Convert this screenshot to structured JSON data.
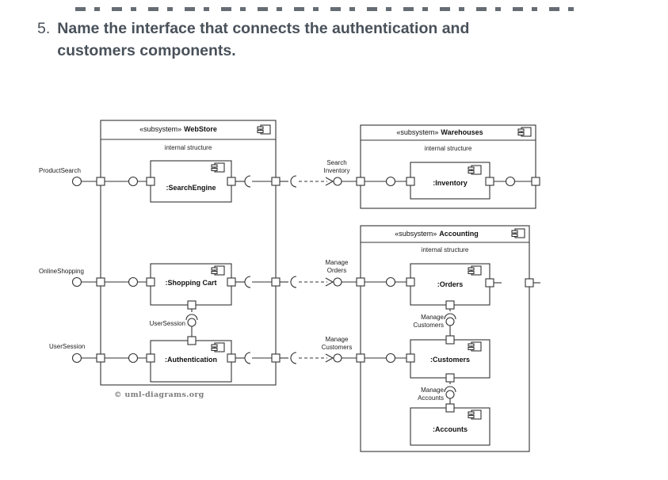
{
  "question": {
    "number": "5.",
    "text_line1": "Name the interface that connects the authentication and",
    "text_line2": "customers components."
  },
  "diagram": {
    "subsystems": {
      "webstore": {
        "stereotype": "«subsystem»",
        "name": "WebStore",
        "section": "internal structure"
      },
      "warehouses": {
        "stereotype": "«subsystem»",
        "name": "Warehouses",
        "section": "internal structure"
      },
      "accounting": {
        "stereotype": "«subsystem»",
        "name": "Accounting",
        "section": "internal structure"
      }
    },
    "components": {
      "search_engine": ":SearchEngine",
      "shopping_cart": ":Shopping Cart",
      "authentication": ":Authentication",
      "inventory": ":Inventory",
      "orders": ":Orders",
      "customers": ":Customers",
      "accounts": ":Accounts"
    },
    "interfaces": {
      "product_search": "ProductSearch",
      "online_shopping": "OnlineShopping",
      "user_session_external": "UserSession",
      "user_session_internal": "UserSession",
      "search_inventory": [
        "Search",
        "Inventory"
      ],
      "manage_orders": [
        "Manage",
        "Orders"
      ],
      "manage_customers": [
        "Manage",
        "Customers"
      ],
      "manage_customers_internal": [
        "Manage",
        "Customers"
      ],
      "manage_accounts": [
        "Manage",
        "Accounts"
      ]
    },
    "copyright": "© uml-diagrams.org"
  },
  "colors": {
    "question_text": "#49515a",
    "diagram_stroke": "#333333",
    "label_text": "#1c1c1c",
    "copyright_text": "#7d7d7d",
    "background": "#ffffff"
  }
}
